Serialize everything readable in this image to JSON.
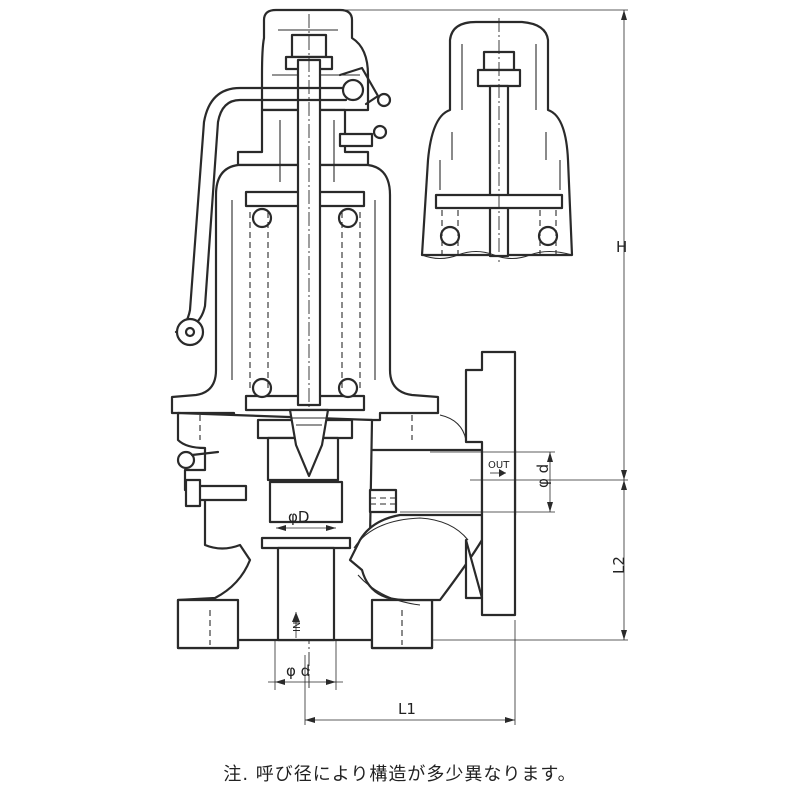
{
  "labels": {
    "height": "H",
    "length1": "L1",
    "length2": "L2",
    "outlet_bore": "φ d",
    "inlet_bore": "φ d",
    "seat_bore": "φD",
    "outlet": "OUT",
    "inlet": "IN"
  },
  "note": "注. 呼び径により構造が多少異なります。"
}
